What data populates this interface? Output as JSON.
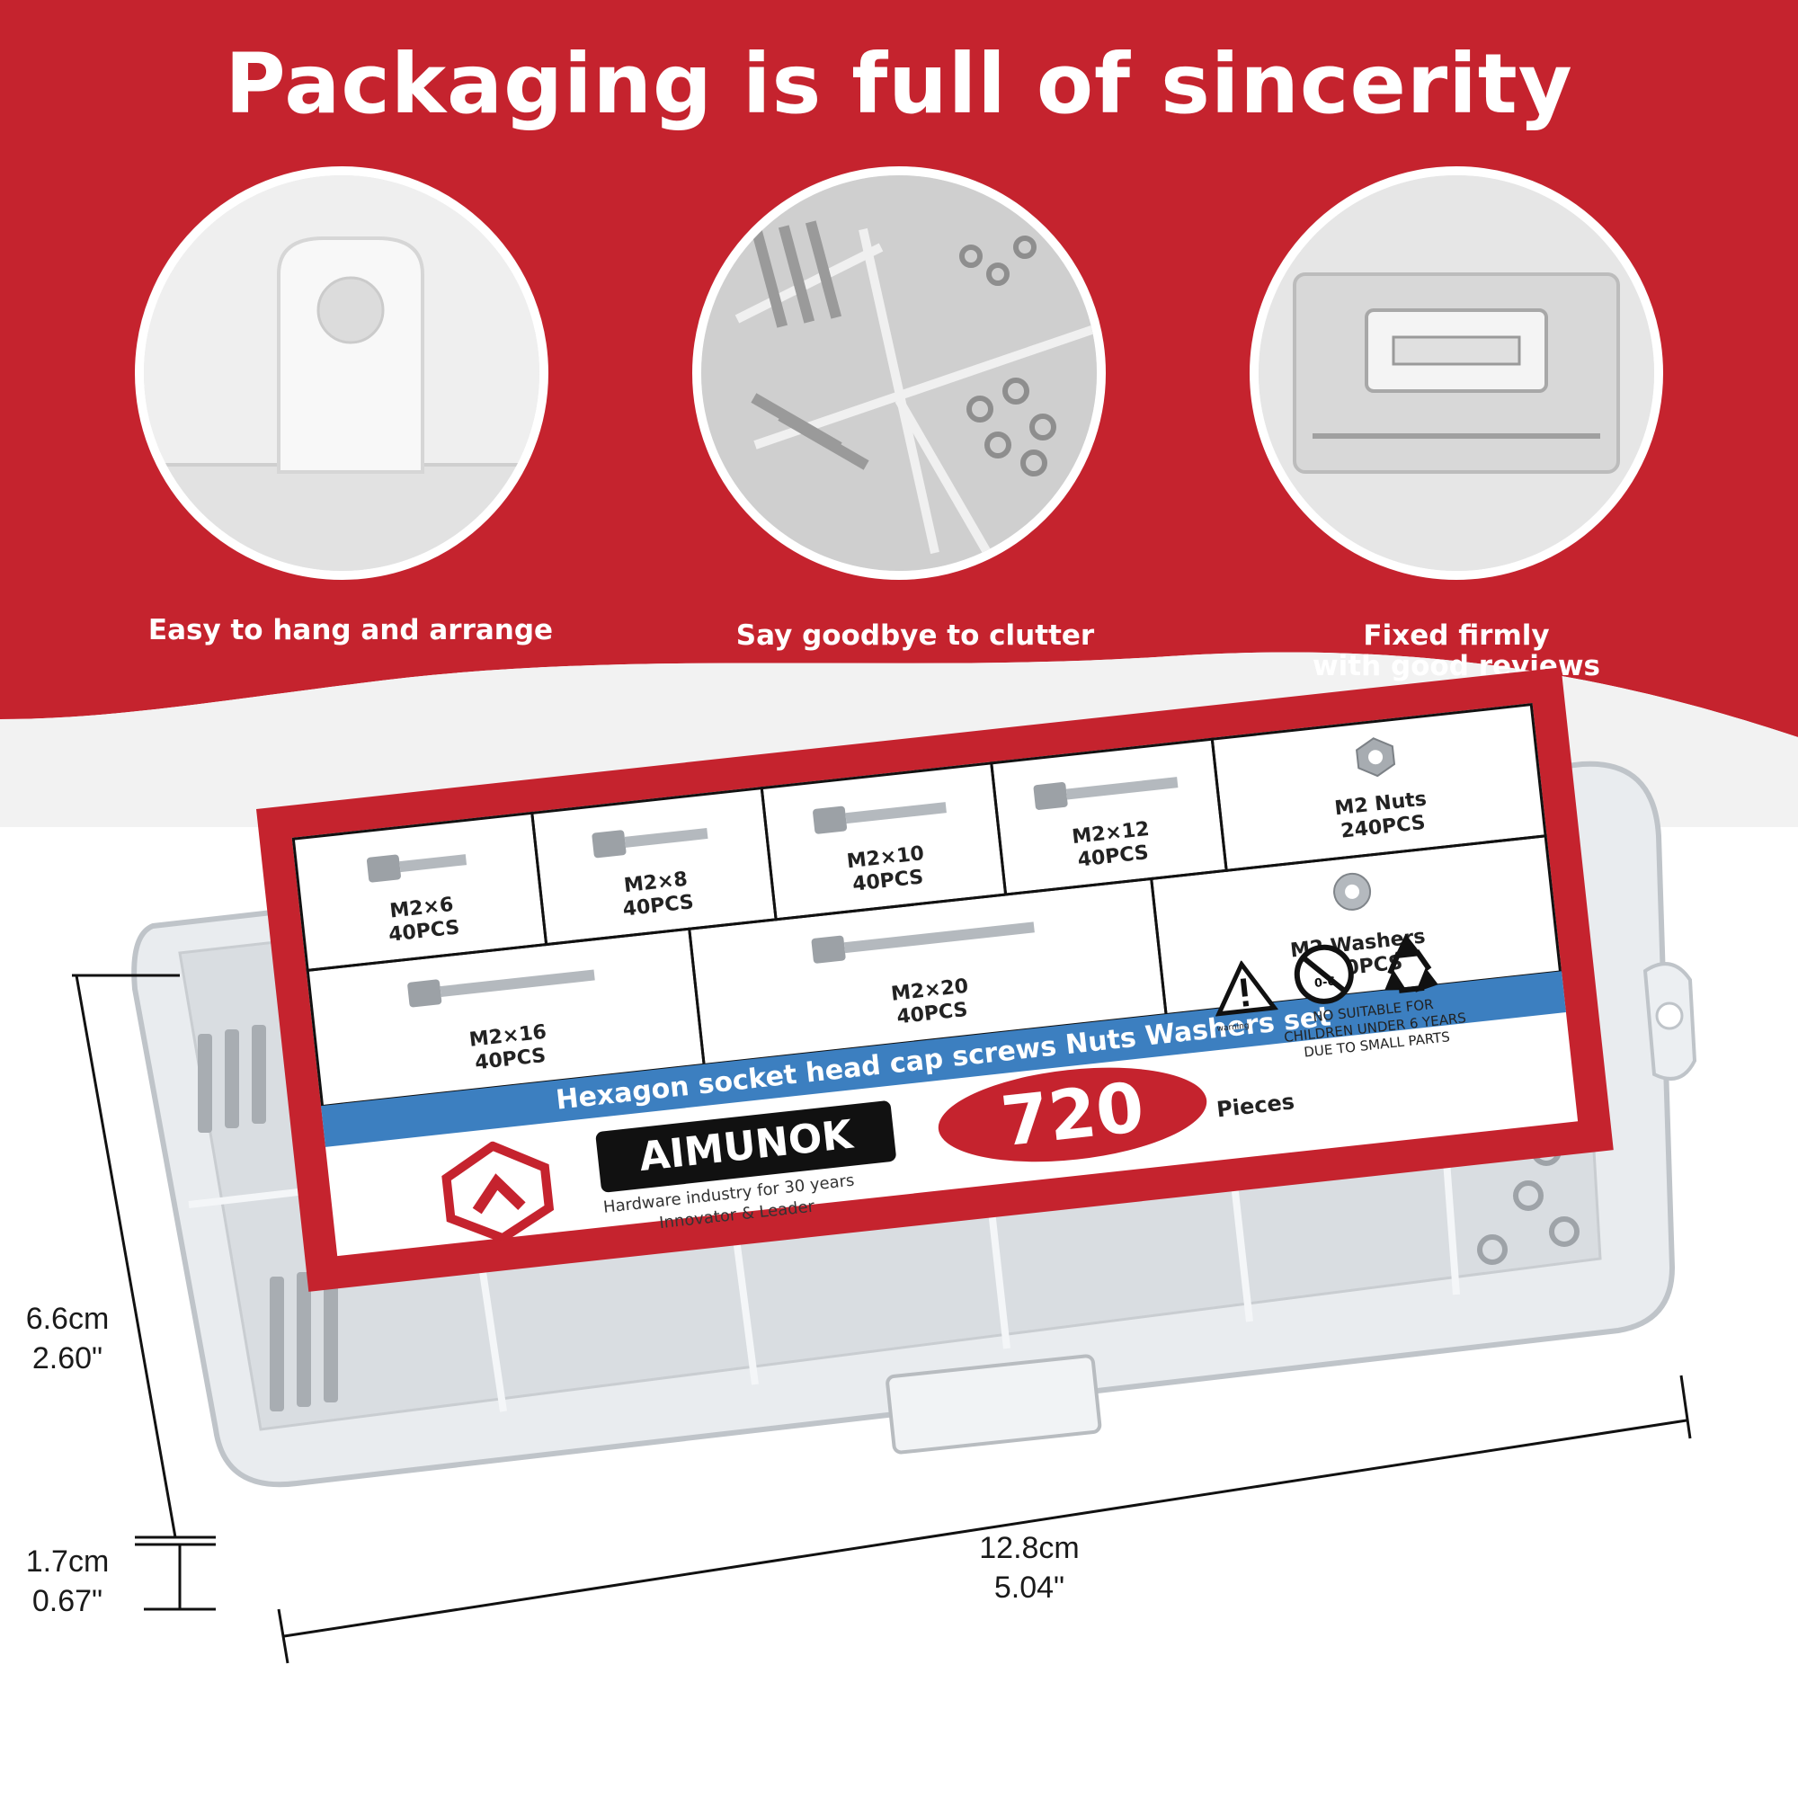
{
  "headline": "Packaging is full of sincerity",
  "features": [
    {
      "label": "Easy to hang and arrange"
    },
    {
      "label": "Say goodbye to clutter"
    },
    {
      "label_line1": "Fixed firmly",
      "label_line2": "with good reviews"
    }
  ],
  "dimensions": {
    "height_cm": "6.6cm",
    "height_in": "2.60\"",
    "depth_cm": "1.7cm",
    "depth_in": "0.67\"",
    "width_cm": "12.8cm",
    "width_in": "5.04\""
  },
  "product_label": {
    "items": [
      {
        "size": "M2×6",
        "qty": "40PCS"
      },
      {
        "size": "M2×8",
        "qty": "40PCS"
      },
      {
        "size": "M2×10",
        "qty": "40PCS"
      },
      {
        "size": "M2×12",
        "qty": "40PCS"
      },
      {
        "size": "M2 Nuts",
        "qty": "240PCS"
      },
      {
        "size": "M2×16",
        "qty": "40PCS"
      },
      {
        "size": "M2×20",
        "qty": "40PCS"
      },
      {
        "size": "M2 Washers",
        "qty": "240PCS"
      }
    ],
    "set_title": "Hexagon socket head cap screws Nuts Washers set",
    "brand": "AIMUNOK",
    "tagline1": "Hardware industry for 30 years",
    "tagline2": "Innovator & Leader",
    "count": "720",
    "count_unit": "Pieces",
    "warning_small": "warning",
    "age_badge": "0-6",
    "warning_line1": "NO SUITABLE FOR",
    "warning_line2": "CHILDREN UNDER 6 YEARS",
    "warning_line3": "DUE TO SMALL PARTS"
  },
  "colors": {
    "brand_red": "#c5232e",
    "band_blue": "#3c7fc0",
    "white": "#ffffff"
  }
}
